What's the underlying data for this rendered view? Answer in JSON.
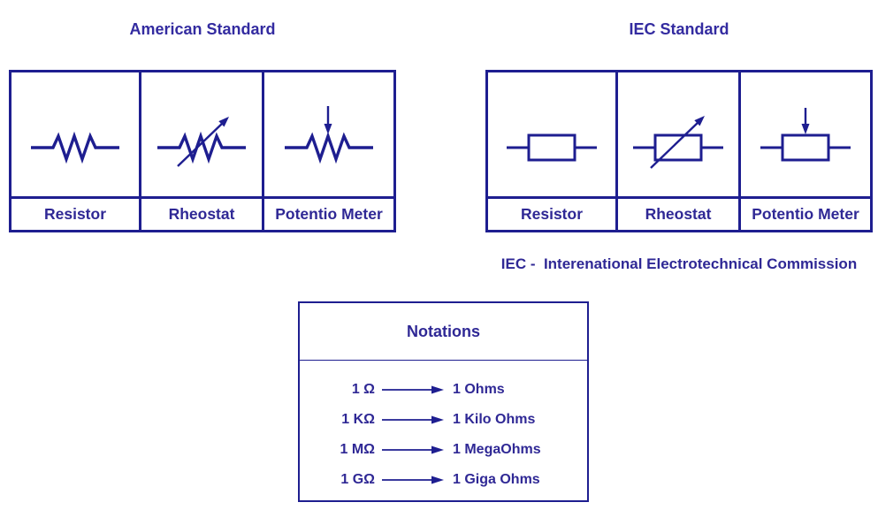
{
  "american": {
    "title": "American Standard",
    "cells": [
      {
        "label": "Resistor",
        "symbol": "zigzag-resistor"
      },
      {
        "label": "Rheostat",
        "symbol": "zigzag-resistor-diagonal-arrow"
      },
      {
        "label": "Potentio Meter",
        "symbol": "zigzag-resistor-down-arrow"
      }
    ]
  },
  "iec": {
    "title": "IEC Standard",
    "cells": [
      {
        "label": "Resistor",
        "symbol": "box-resistor"
      },
      {
        "label": "Rheostat",
        "symbol": "box-resistor-diagonal-arrow"
      },
      {
        "label": "Potentio Meter",
        "symbol": "box-resistor-down-arrow"
      }
    ],
    "caption": "IEC -  Interenational Electrotechnical Commission"
  },
  "notations": {
    "title": "Notations",
    "rows": [
      {
        "symbol": "1 Ω",
        "meaning": "1 Ohms"
      },
      {
        "symbol": "1 KΩ",
        "meaning": "1 Kilo Ohms"
      },
      {
        "symbol": "1 MΩ",
        "meaning": "1 MegaOhms"
      },
      {
        "symbol": "1 GΩ",
        "meaning": "1 Giga Ohms"
      }
    ]
  },
  "colors": {
    "line": "#1e1e90",
    "text": "#2f2895",
    "background": "#ffffff"
  }
}
